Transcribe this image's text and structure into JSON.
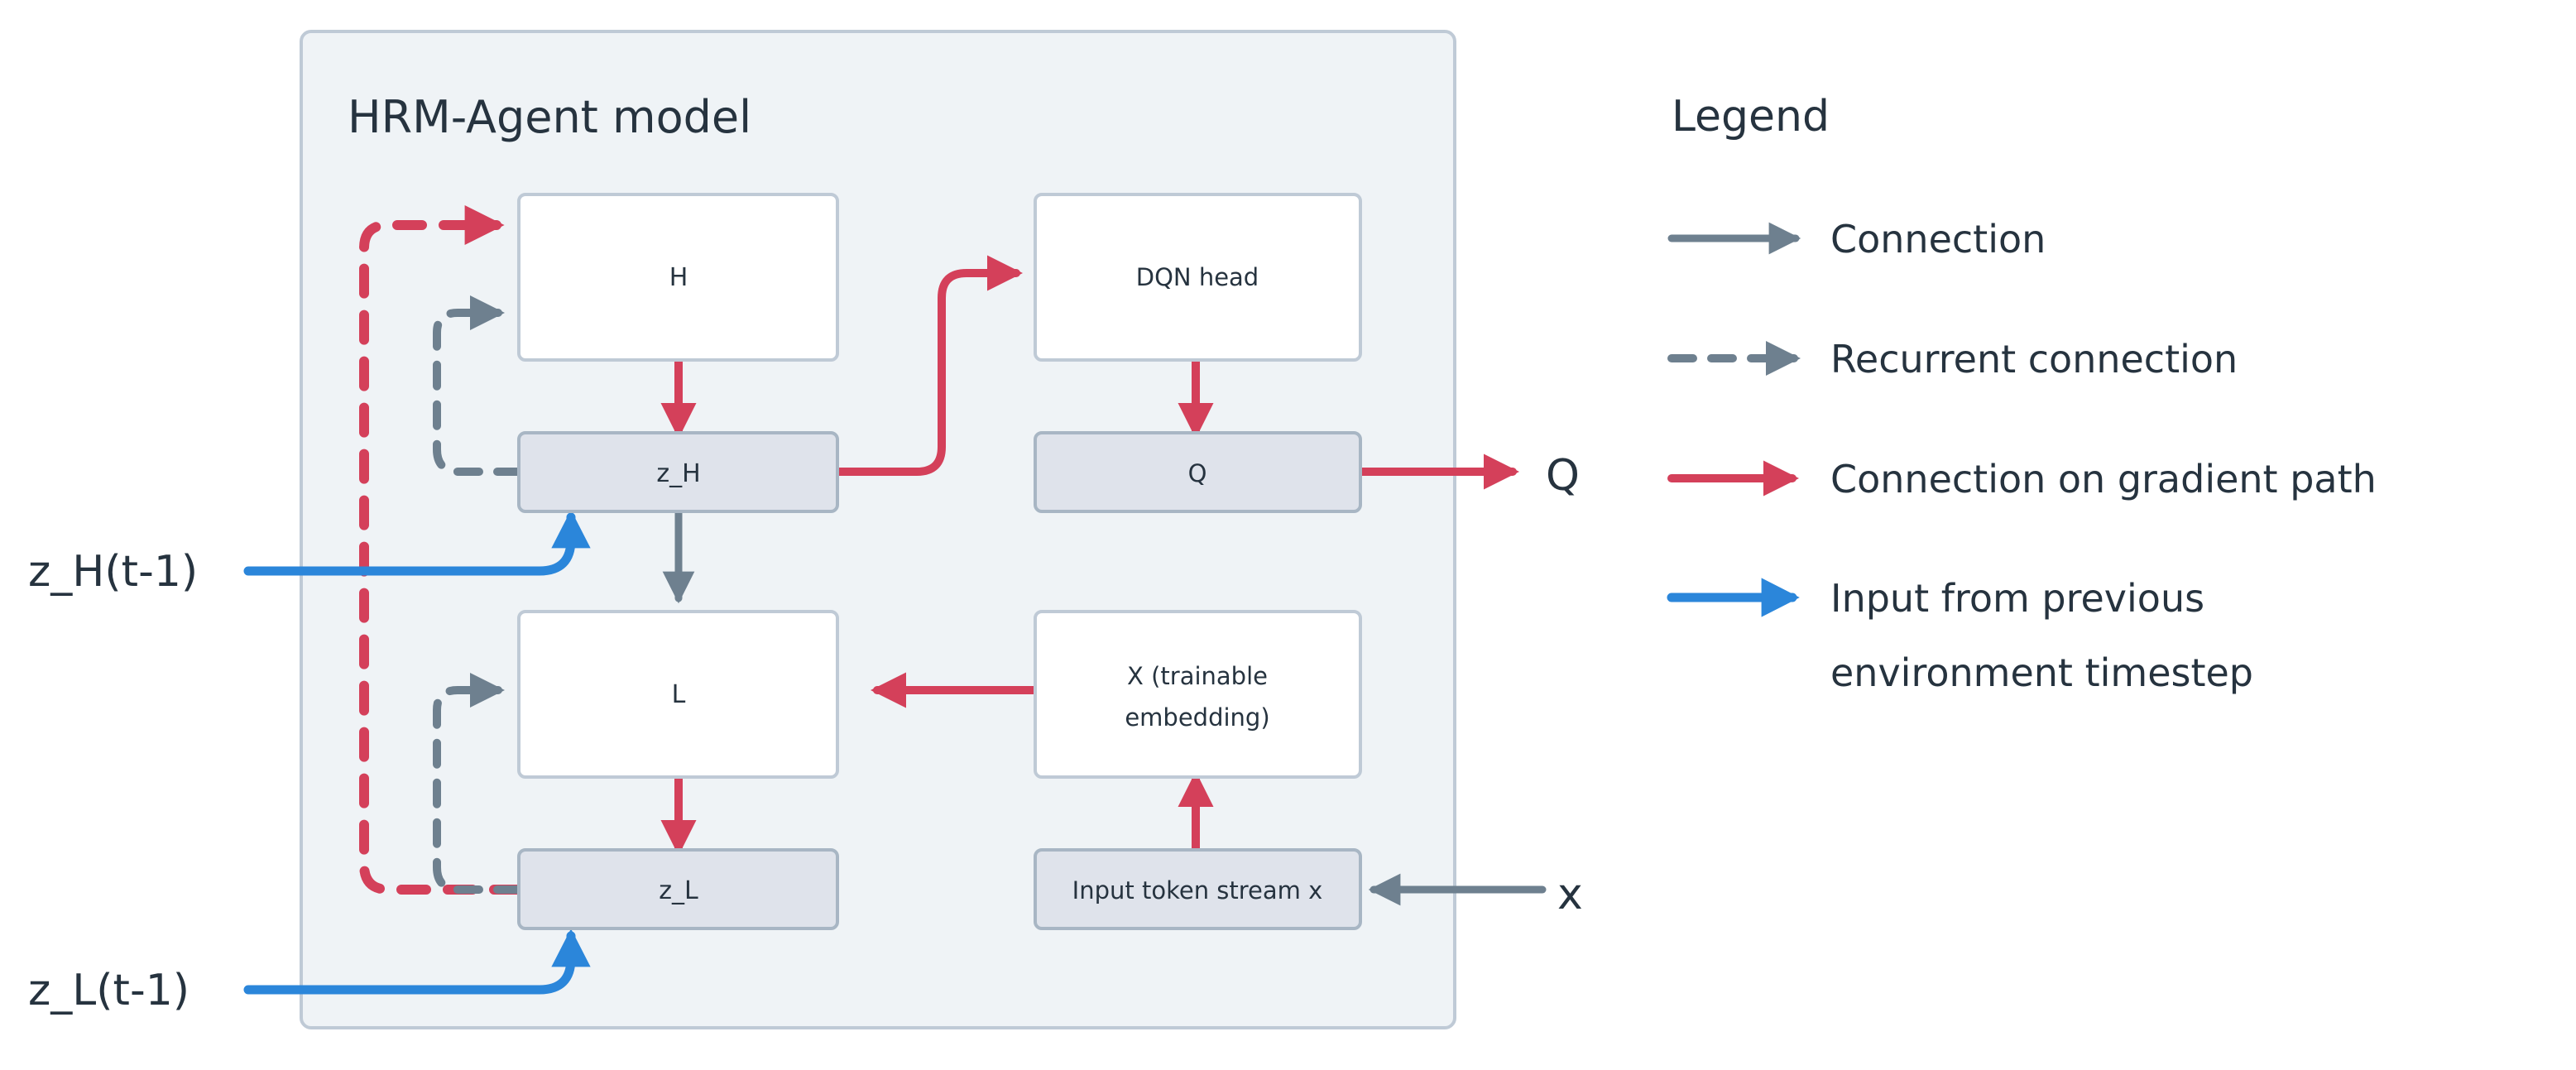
{
  "diagram": {
    "panel_title": "HRM-Agent model",
    "nodes": {
      "h": "H",
      "z_h": "z_H",
      "dqn_head": "DQN head",
      "q": "Q",
      "l": "L",
      "z_l": "z_L",
      "x_embedding_line1": "X (trainable",
      "x_embedding_line2": "embedding)",
      "input_token_stream": "Input token stream x"
    },
    "io": {
      "z_h_prev": "z_H(t-1)",
      "z_l_prev": "z_L(t-1)",
      "q_out": "Q",
      "x_in": "x"
    }
  },
  "legend": {
    "title": "Legend",
    "items": [
      {
        "label": "Connection",
        "style": "solid",
        "color": "#6E808F"
      },
      {
        "label": "Recurrent connection",
        "style": "dashed",
        "color": "#6E808F"
      },
      {
        "label": "Connection on gradient path",
        "style": "solid",
        "color": "#D4405A"
      },
      {
        "label_line1": "Input from previous",
        "label_line2": "environment timestep",
        "style": "solid",
        "color": "#2B86DA"
      }
    ]
  },
  "colors": {
    "panel_background": "#EFF3F6",
    "panel_border": "#BFCAD6",
    "node_white_fill": "#FFFFFF",
    "node_grey_fill": "#DFE3EB",
    "node_border": "#BFCAD6",
    "text": "#26333F",
    "grey_edge": "#6E808F",
    "red_edge": "#D4405A",
    "blue_edge": "#2B86DA"
  }
}
